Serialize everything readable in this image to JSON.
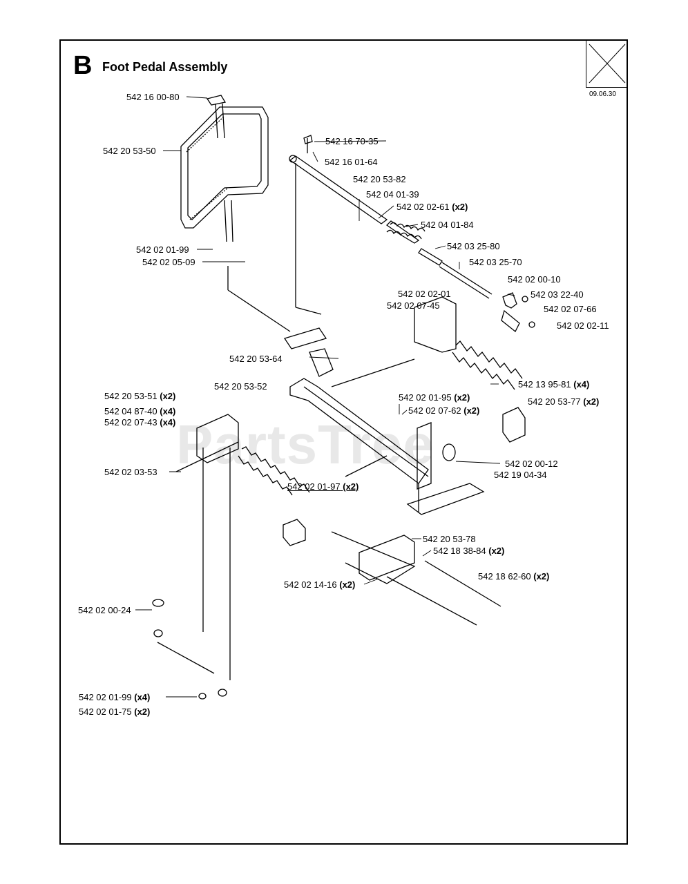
{
  "header": {
    "section_letter": "B",
    "title": "Foot Pedal Assembly",
    "date": "09.06.30"
  },
  "watermark": "PartsTree",
  "corner_icon": "orientation-icon",
  "labels": [
    {
      "part": "542 16 00-80",
      "qty": ""
    },
    {
      "part": "542 20 53-50",
      "qty": ""
    },
    {
      "part": "542 02 01-99",
      "qty": ""
    },
    {
      "part": "542 02 05-09",
      "qty": ""
    },
    {
      "part": "542 16 70-35",
      "qty": ""
    },
    {
      "part": "542 16 01-64",
      "qty": ""
    },
    {
      "part": "542 20 53-82",
      "qty": ""
    },
    {
      "part": "542 04 01-39",
      "qty": ""
    },
    {
      "part": "542 02 02-61",
      "qty": "(x2)"
    },
    {
      "part": "542 04 01-84",
      "qty": ""
    },
    {
      "part": "542 03 25-80",
      "qty": ""
    },
    {
      "part": "542 03 25-70",
      "qty": ""
    },
    {
      "part": "542 02 00-10",
      "qty": ""
    },
    {
      "part": "542 03 22-40",
      "qty": ""
    },
    {
      "part": "542 02 02-01",
      "qty": ""
    },
    {
      "part": "542 02 07-45",
      "qty": ""
    },
    {
      "part": "542 02 07-66",
      "qty": ""
    },
    {
      "part": "542 02 02-11",
      "qty": ""
    },
    {
      "part": "542 20 53-64",
      "qty": ""
    },
    {
      "part": "542 13 95-81",
      "qty": "(x4)"
    },
    {
      "part": "542 20 53-52",
      "qty": ""
    },
    {
      "part": "542 20 53-51",
      "qty": "(x2)"
    },
    {
      "part": "542 02 01-95",
      "qty": "(x2)"
    },
    {
      "part": "542 20 53-77",
      "qty": "(x2)"
    },
    {
      "part": "542 04 87-40",
      "qty": "(x4)"
    },
    {
      "part": "542 02 07-62",
      "qty": "(x2)"
    },
    {
      "part": "542 02 07-43",
      "qty": "(x4)"
    },
    {
      "part": "542 02 00-12",
      "qty": ""
    },
    {
      "part": "542 19 04-34",
      "qty": ""
    },
    {
      "part": "542 02 03-53",
      "qty": ""
    },
    {
      "part": "542 02 01-97",
      "qty": "(x2)"
    },
    {
      "part": "542 20 53-78",
      "qty": ""
    },
    {
      "part": "542 18 38-84",
      "qty": "(x2)"
    },
    {
      "part": "542 18 62-60",
      "qty": "(x2)"
    },
    {
      "part": "542 02 14-16",
      "qty": "(x2)"
    },
    {
      "part": "542 02 00-24",
      "qty": ""
    },
    {
      "part": "542 02 01-99",
      "qty": "(x4)"
    },
    {
      "part": "542 02 01-75",
      "qty": "(x2)"
    }
  ]
}
